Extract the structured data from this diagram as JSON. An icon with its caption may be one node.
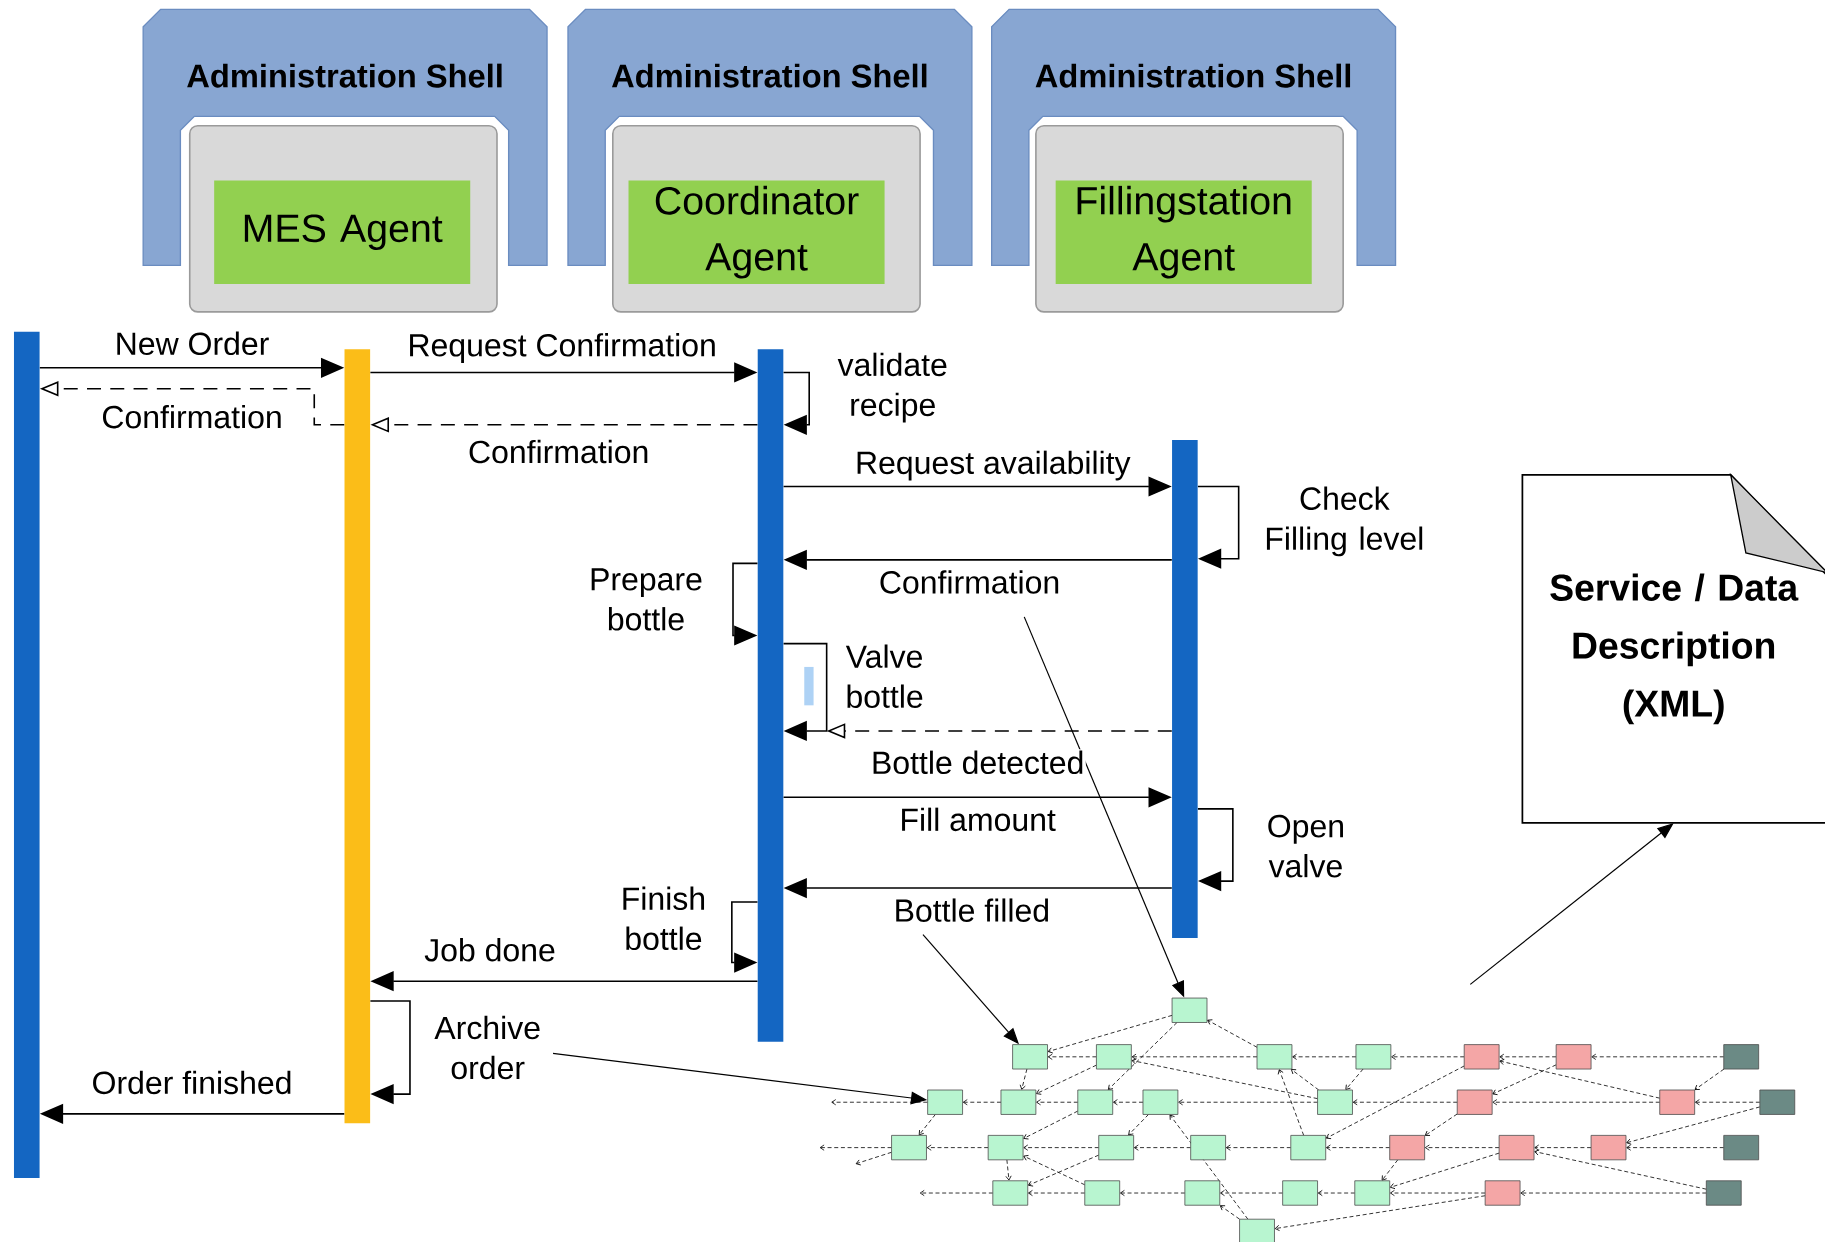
{
  "diagram": {
    "nodes": [
      {
        "text": [
          "Administration Shell"
        ]
      },
      {
        "text": [],
        "shape": "box"
      },
      {
        "text": [
          "MES Agent"
        ],
        "in": 1
      },
      {
        "text": [
          "Administration Shell"
        ]
      },
      {
        "text": [],
        "shape": "box"
      },
      {
        "text": [
          "Coordinator Agent"
        ],
        "in": 4
      },
      {
        "text": [
          "Administration Shell"
        ]
      },
      {
        "text": [],
        "shape": "box"
      },
      {
        "text": [
          "Fillingstation Agent"
        ],
        "in": 7
      },
      {
        "text": [],
        "shape": "bar"
      },
      {
        "text": [],
        "shape": "bar"
      },
      {
        "text": [],
        "shape": "bar"
      },
      {
        "text": [],
        "shape": "bar"
      },
      {
        "text": [
          "Service / Data Description (XML)"
        ]
      },
      {
        "text": [],
        "shape": "picture"
      },
      {
        "text": [],
        "shape": "box"
      },
      {
        "text": [],
        "shape": "box",
        "in": 14
      },
      {
        "text": [],
        "shape": "box",
        "in": 14
      }
    ],
    "edges": [
      {
        "from": 9,
        "to": 10,
        "arrow": "to",
        "label": "New Order"
      },
      {
        "from": 10,
        "to": 9,
        "arrow": "to",
        "label": "Confirmation",
        "style": "dashed"
      },
      {
        "from": 10,
        "to": 11,
        "arrow": "to",
        "label": "Request Confirmation"
      },
      {
        "from": 11,
        "to": 11,
        "arrow": "to",
        "label": "validate recipe"
      },
      {
        "from": 11,
        "to": 10,
        "arrow": "to",
        "label": "Confirmation",
        "style": "dashed"
      },
      {
        "from": 11,
        "to": 12,
        "arrow": "to",
        "label": "Request availability"
      },
      {
        "from": 12,
        "to": 12,
        "arrow": "to",
        "label": "Check Filling level"
      },
      {
        "from": 12,
        "to": 11,
        "arrow": "to",
        "label": "Confirmation"
      },
      {
        "from": 11,
        "to": 11,
        "arrow": "to",
        "label": "Prepare bottle"
      },
      {
        "from": 11,
        "to": 11,
        "arrow": "to",
        "label": "Valve bottle"
      },
      {
        "from": 12,
        "to": 11,
        "arrow": "to",
        "label": "Bottle detected",
        "style": "dashed"
      },
      {
        "from": 11,
        "to": 12,
        "arrow": "to",
        "label": "Fill amount"
      },
      {
        "from": 12,
        "to": 12,
        "arrow": "to",
        "label": "Open valve"
      },
      {
        "from": 12,
        "to": 11,
        "arrow": "to",
        "label": "Bottle filled"
      },
      {
        "from": 11,
        "to": 11,
        "arrow": "to",
        "label": "Finish bottle"
      },
      {
        "from": 11,
        "to": 10,
        "arrow": "to",
        "label": "Job done"
      },
      {
        "from": 10,
        "to": 10,
        "arrow": "to",
        "label": "Archive order"
      },
      {
        "from": 10,
        "to": 9,
        "arrow": "to",
        "label": "Order finished"
      },
      {
        "from": null,
        "to": 15,
        "arrow": "to"
      },
      {
        "from": null,
        "to": 16,
        "arrow": "to"
      },
      {
        "from": null,
        "to": 17,
        "arrow": "to"
      },
      {
        "from": 14,
        "to": 13,
        "arrow": "to"
      },
      {
        "from": 17,
        "to": null,
        "arrow": "to",
        "style": "dashed"
      }
    ]
  }
}
